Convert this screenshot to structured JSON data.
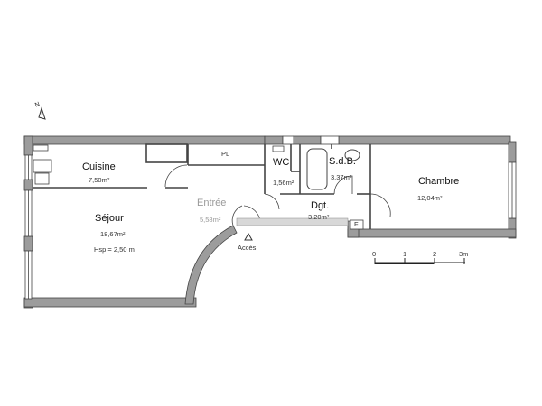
{
  "plan": {
    "north_label": "N",
    "rooms": [
      {
        "name": "Cuisine",
        "area": "7,50m²"
      },
      {
        "name": "Séjour",
        "area": "18,67m²",
        "note": "Hsp = 2,50 m"
      },
      {
        "name": "Entrée",
        "area": "5,58m²"
      },
      {
        "name": "PL"
      },
      {
        "name": "WC",
        "area": "1,56m²"
      },
      {
        "name": "S.d.B.",
        "area": "3,37m²"
      },
      {
        "name": "Dgt.",
        "area": "3,20m²"
      },
      {
        "name": "Chambre",
        "area": "12,04m²"
      }
    ],
    "access_label": "Accès",
    "fridge_label": "F"
  },
  "scale_bar": {
    "ticks": [
      "0",
      "1",
      "2",
      "3m"
    ]
  },
  "colors": {
    "wall_fill": "#9c9c9c",
    "wall_stroke": "#444444",
    "background": "#ffffff"
  }
}
